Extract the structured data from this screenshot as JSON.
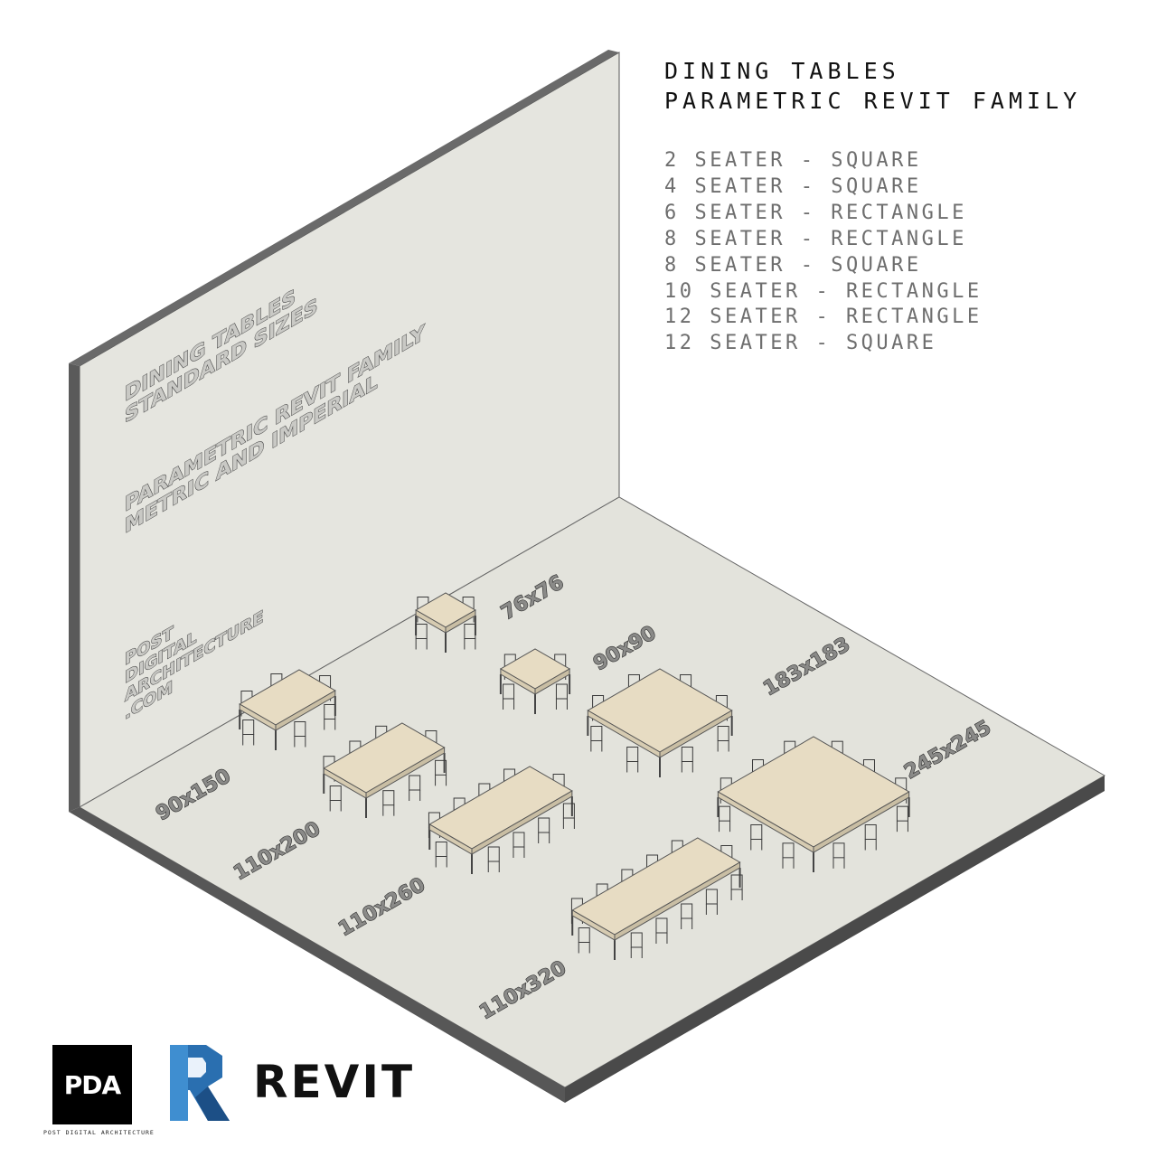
{
  "header": {
    "title_line1": "DINING TABLES",
    "title_line2": "PARAMETRIC REVIT FAMILY"
  },
  "table_types": [
    "2 SEATER - SQUARE",
    "4 SEATER - SQUARE",
    "6 SEATER - RECTANGLE",
    "8 SEATER - RECTANGLE",
    "8 SEATER - SQUARE",
    "10 SEATER - RECTANGLE",
    "12 SEATER - RECTANGLE",
    "12 SEATER - SQUARE"
  ],
  "wall": {
    "line1": "DINING TABLES",
    "line2": "STANDARD SIZES",
    "line3": "PARAMETRIC REVIT FAMILY",
    "line4": "METRIC AND IMPERIAL",
    "line5": "POST",
    "line6": "DIGITAL",
    "line7": "ARCHITECTURE",
    "line8": ".COM"
  },
  "dimensions": {
    "t76": "76x76",
    "t90": "90x90",
    "t183": "183x183",
    "t245": "245x245",
    "t90x150": "90x150",
    "t110x200": "110x200",
    "t110x260": "110x260",
    "t110x320": "110x320"
  },
  "logos": {
    "pda_mark": "PDA",
    "pda_caption": "POST DIGITAL ARCHITECTURE",
    "revit_wordmark": "REVIT"
  },
  "colors": {
    "floor": "#e3e3dc",
    "wall": "#e5e5df",
    "slab_edge": "#555555",
    "table_top": "#e7dcc3",
    "revit_blue": "#2a6fb0"
  }
}
